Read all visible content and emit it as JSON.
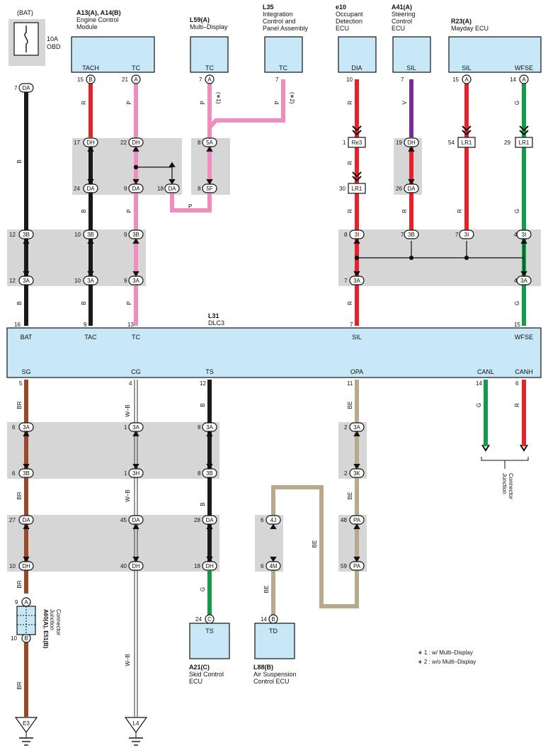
{
  "colors": {
    "black": "#1a1a1a",
    "red": "#e8202a",
    "pink": "#f08cbf",
    "violet": "#7b2d8e",
    "green": "#129c4a",
    "brown": "#9a4a2a",
    "beige": "#b8a88c",
    "gray": "#2a2a2a",
    "component_fill": "#c8e8f8",
    "junction_fill": "#d6d6d6"
  },
  "components": {
    "bat": {
      "label": "(BAT)",
      "fuse": "10A",
      "fuse_name": "OBD"
    },
    "a13": {
      "ref": "A13(A), A14(B)",
      "name1": "Engine Control",
      "name2": "Module",
      "pin1": "TACH",
      "pin2": "TC"
    },
    "l59": {
      "ref": "L59(A)",
      "name1": "Multi–Display",
      "pin": "TC"
    },
    "l35": {
      "ref": "L35",
      "name1": "Integration",
      "name2": "Control and",
      "name3": "Panel Assembly",
      "pin": "TC"
    },
    "e10": {
      "ref": "e10",
      "name1": "Occupant",
      "name2": "Detection",
      "name3": "ECU",
      "pin": "DIA"
    },
    "a41": {
      "ref": "A41(A)",
      "name1": "Steering",
      "name2": "Control",
      "name3": "ECU",
      "pin": "SIL"
    },
    "r23": {
      "ref": "R23(A)",
      "name1": "Mayday ECU",
      "pin1": "SIL",
      "pin2": "WFSE"
    },
    "l31": {
      "ref": "L31",
      "name": "DLC3",
      "top_pins": [
        "BAT",
        "TAC",
        "TC",
        "SIL",
        "WFSE"
      ],
      "bottom_pins": [
        "SG",
        "CG",
        "TS",
        "OPA",
        "CANL",
        "CANH"
      ]
    },
    "a21": {
      "ref": "A21(C)",
      "name1": "Skid Control",
      "name2": "ECU",
      "pin": "TS"
    },
    "l88": {
      "ref": "L88(B)",
      "name1": "Air Suspension",
      "name2": "Control ECU",
      "pin": "TD"
    },
    "a60": {
      "ref": "A60(A), E51(B)",
      "name1": "Junction",
      "name2": "Connector"
    },
    "jc_right": {
      "name1": "Junction",
      "name2": "Connector"
    },
    "e3": "E3",
    "l4": "L4"
  },
  "notes": {
    "n1": "∗ 1 : w/ Multi–Display",
    "n2": "∗ 2 : w/o Multi–Display",
    "m1": "(∗1)",
    "m2": "(∗2)"
  },
  "wire_colors": {
    "B": "B",
    "R": "R",
    "P": "P",
    "V": "V",
    "G": "G",
    "BR": "BR",
    "WB": "W–B",
    "BE": "BE"
  },
  "connectors": {
    "DA": "DA",
    "DH": "DH",
    "A": "A",
    "B": "B",
    "C": "C",
    "3B": "3B",
    "3A": "3A",
    "3I": "3I",
    "3H": "3H",
    "3K": "3K",
    "5A": "5A",
    "5F": "5F",
    "Re3": "Re3",
    "LR1": "LR1",
    "4J": "4J",
    "4M": "4M",
    "PA": "PA"
  },
  "pins": {
    "p7": "7",
    "p15": "15",
    "p21": "21",
    "p10": "10",
    "p14": "14",
    "p17": "17",
    "p22": "22",
    "p8": "8",
    "p1": "1",
    "p19": "19",
    "p54": "54",
    "p29": "29",
    "p24": "24",
    "p9": "9",
    "p18": "18",
    "p30": "30",
    "p26": "26",
    "p12": "12",
    "p4": "4",
    "p16": "16",
    "p13": "13",
    "p5": "5",
    "p11": "11",
    "p6": "6",
    "p2": "2",
    "p27": "27",
    "p45": "45",
    "p28": "28",
    "p48": "48",
    "p40": "40",
    "p59": "59"
  }
}
